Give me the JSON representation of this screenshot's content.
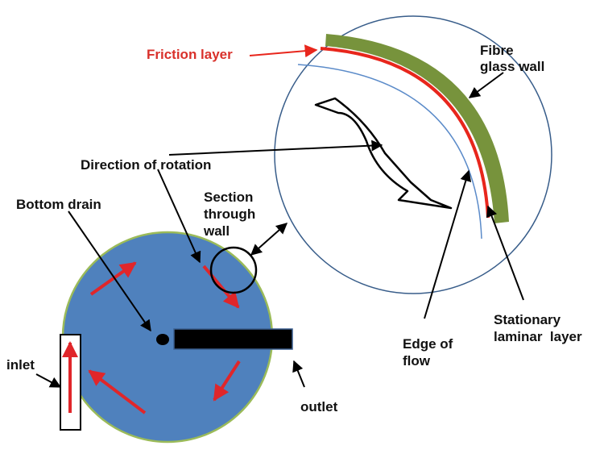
{
  "labels": {
    "friction_layer": "Friction layer",
    "fibre_glass_wall": [
      "Fibre",
      "glass wall"
    ],
    "direction_of_rotation": "Direction of rotation",
    "section_through_wall": [
      "Section",
      "through",
      "wall"
    ],
    "bottom_drain": "Bottom drain",
    "inlet": "inlet",
    "outlet": "outlet",
    "edge_of_flow": [
      "Edge of",
      "flow"
    ],
    "stationary_laminar_layer": [
      "Stationary",
      "laminar  layer"
    ]
  },
  "colors": {
    "tank_fill": "#4f81bd",
    "tank_outline": "#9bbb59",
    "wall_green": "#77933c",
    "friction_red": "#e8261c",
    "arrow_red": "#e0262a",
    "label_red": "#d9312b",
    "circle_stroke": "#385d8a",
    "flow_edge": "#5b8bc9"
  }
}
